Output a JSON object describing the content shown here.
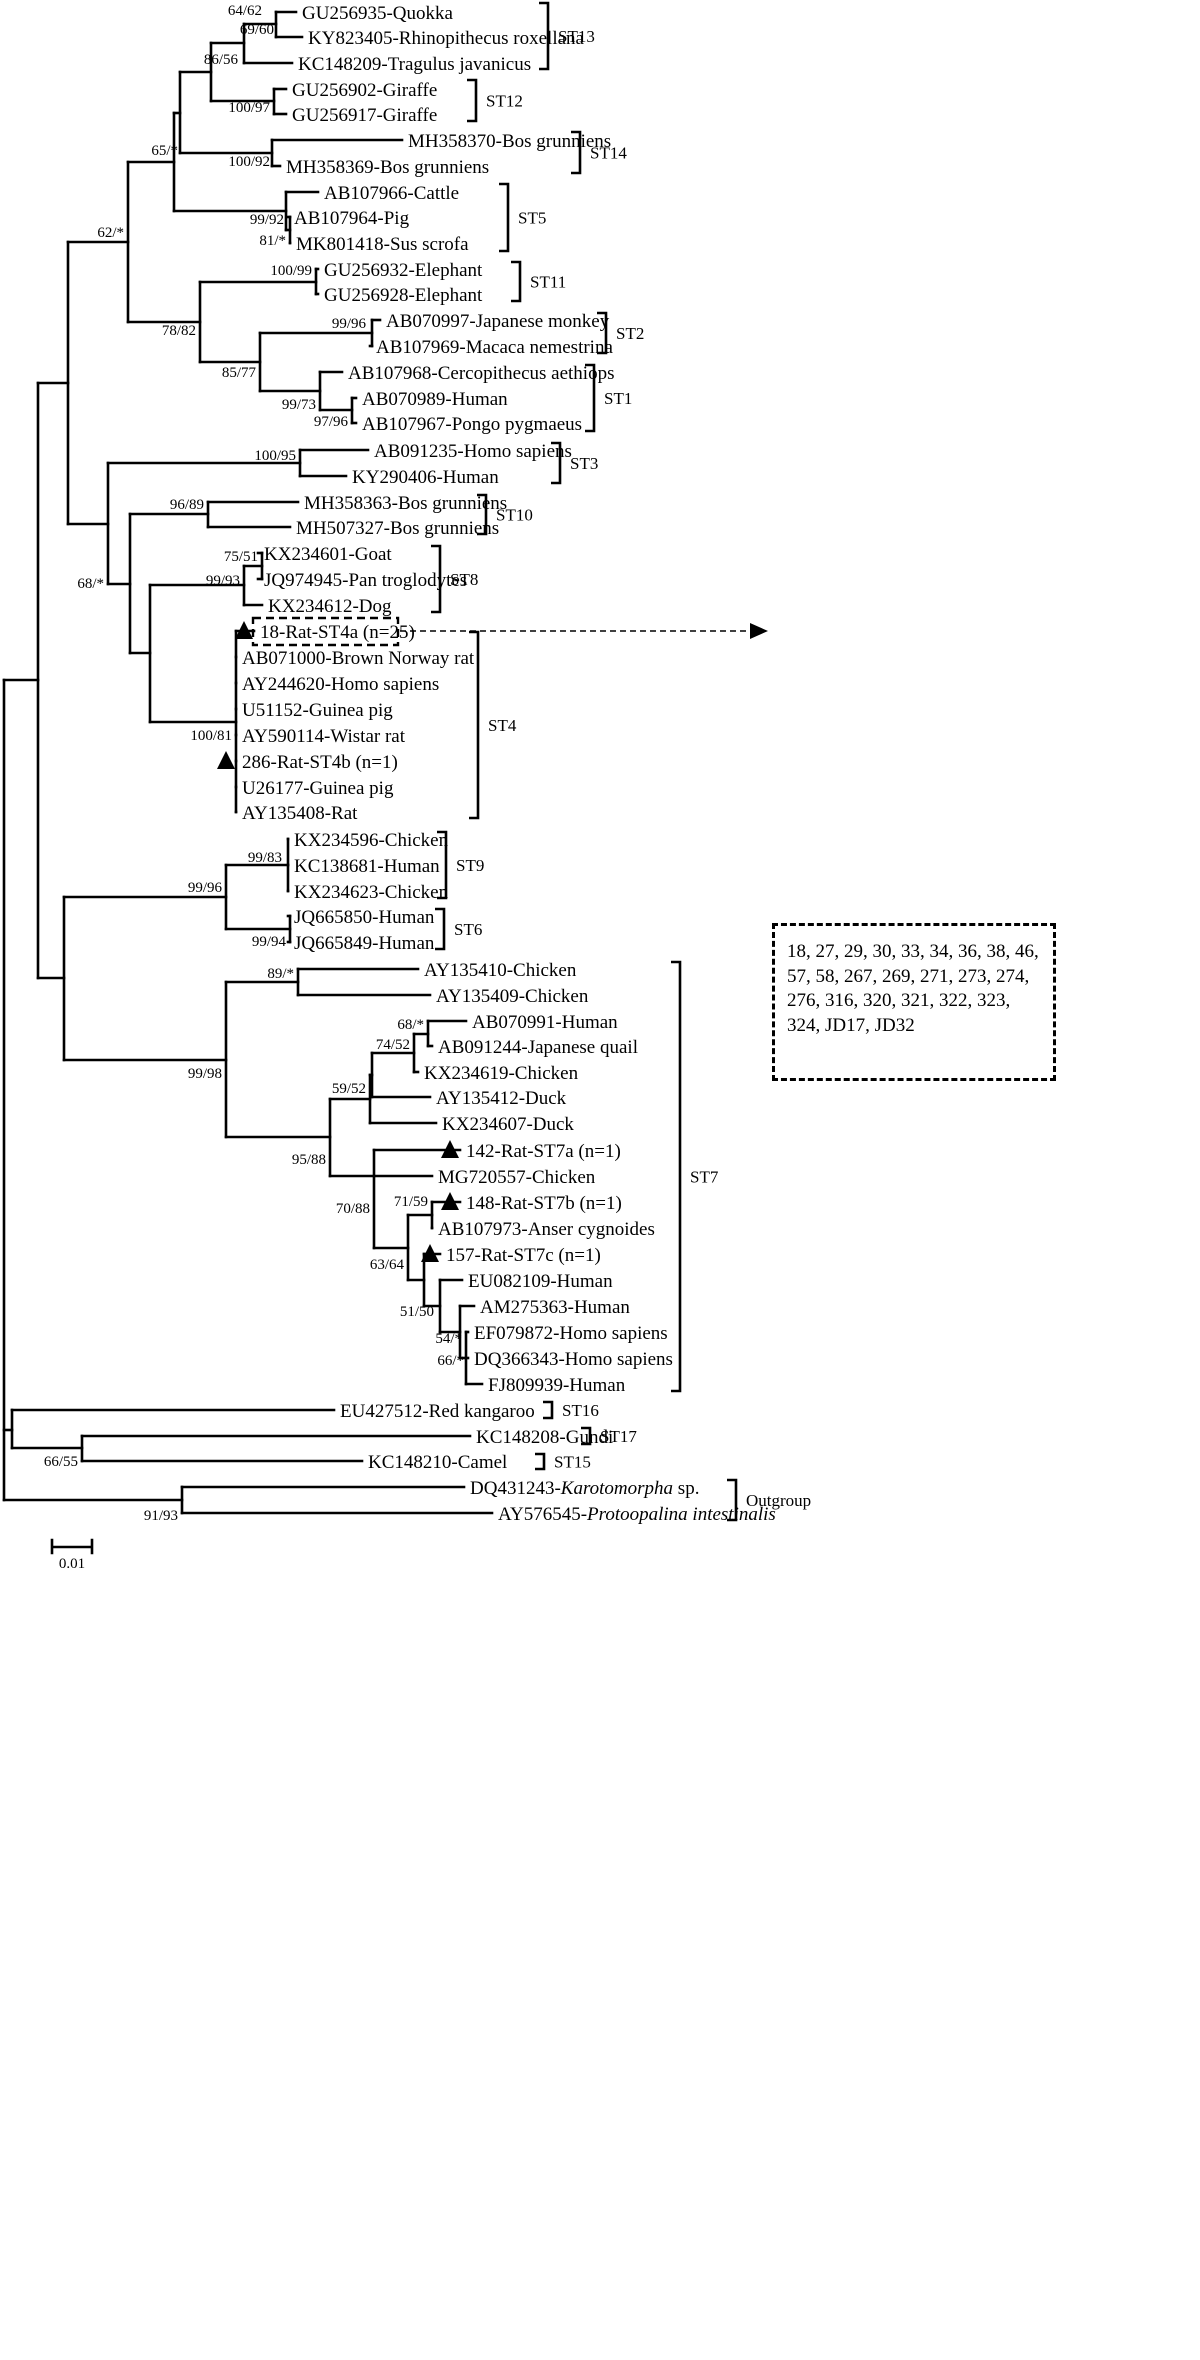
{
  "figure": {
    "scale_bar": {
      "label": "0.01"
    },
    "highlight_box": {
      "text": "18, 27, 29, 30, 33, 34, 36, 38, 46, 57, 58, 267, 269, 271, 273, 274, 276, 316, 320, 321, 322, 323, 324, JD17, JD32"
    }
  },
  "tree": {
    "leaves": [
      {
        "id": "L1",
        "label": "GU256935-Quokka"
      },
      {
        "id": "L2",
        "label": "KY823405-Rhinopithecus roxellana"
      },
      {
        "id": "L3",
        "label": "KC148209-Tragulus javanicus"
      },
      {
        "id": "L4",
        "label": "GU256902-Giraffe"
      },
      {
        "id": "L5",
        "label": "GU256917-Giraffe"
      },
      {
        "id": "L6",
        "label": "MH358370-Bos grunniens"
      },
      {
        "id": "L7",
        "label": "MH358369-Bos grunniens"
      },
      {
        "id": "L8",
        "label": "AB107966-Cattle"
      },
      {
        "id": "L9",
        "label": "AB107964-Pig"
      },
      {
        "id": "L10",
        "label": "MK801418-Sus scrofa"
      },
      {
        "id": "L11",
        "label": "GU256932-Elephant"
      },
      {
        "id": "L12",
        "label": "GU256928-Elephant"
      },
      {
        "id": "L13",
        "label": "AB070997-Japanese monkey"
      },
      {
        "id": "L14",
        "label": "AB107969-Macaca nemestrina"
      },
      {
        "id": "L15",
        "label": "AB107968-Cercopithecus aethiops"
      },
      {
        "id": "L16",
        "label": "AB070989-Human"
      },
      {
        "id": "L17",
        "label": "AB107967-Pongo pygmaeus"
      },
      {
        "id": "L18",
        "label": "AB091235-Homo sapiens"
      },
      {
        "id": "L19",
        "label": "KY290406-Human"
      },
      {
        "id": "L20",
        "label": "MH358363-Bos grunniens"
      },
      {
        "id": "L21",
        "label": "MH507327-Bos grunniens"
      },
      {
        "id": "L22",
        "label": "KX234601-Goat"
      },
      {
        "id": "L23",
        "label": "JQ974945-Pan troglodytes"
      },
      {
        "id": "L24",
        "label": "KX234612-Dog"
      },
      {
        "id": "L25",
        "label": "18-Rat-ST4a (n=25)",
        "marker": "triangle",
        "boxed": true
      },
      {
        "id": "L26",
        "label": "AB071000-Brown Norway rat"
      },
      {
        "id": "L27",
        "label": "AY244620-Homo sapiens"
      },
      {
        "id": "L28",
        "label": "U51152-Guinea pig"
      },
      {
        "id": "L29",
        "label": "AY590114-Wistar rat"
      },
      {
        "id": "L30",
        "label": "286-Rat-ST4b (n=1)",
        "marker": "triangle"
      },
      {
        "id": "L31",
        "label": "U26177-Guinea pig"
      },
      {
        "id": "L32",
        "label": "AY135408-Rat"
      },
      {
        "id": "L33",
        "label": "KX234596-Chicken"
      },
      {
        "id": "L34",
        "label": "KC138681-Human"
      },
      {
        "id": "L35",
        "label": "KX234623-Chicken"
      },
      {
        "id": "L36",
        "label": "JQ665850-Human"
      },
      {
        "id": "L37",
        "label": "JQ665849-Human"
      },
      {
        "id": "L38",
        "label": "AY135410-Chicken"
      },
      {
        "id": "L39",
        "label": "AY135409-Chicken"
      },
      {
        "id": "L40",
        "label": "AB070991-Human"
      },
      {
        "id": "L41",
        "label": "AB091244-Japanese quail"
      },
      {
        "id": "L42",
        "label": "KX234619-Chicken"
      },
      {
        "id": "L43",
        "label": "AY135412-Duck"
      },
      {
        "id": "L44",
        "label": "KX234607-Duck"
      },
      {
        "id": "L45",
        "label": "142-Rat-ST7a (n=1)",
        "marker": "triangle"
      },
      {
        "id": "L46",
        "label": "MG720557-Chicken"
      },
      {
        "id": "L47",
        "label": "148-Rat-ST7b (n=1)",
        "marker": "triangle"
      },
      {
        "id": "L48",
        "label": "AB107973-Anser cygnoides"
      },
      {
        "id": "L49",
        "label": "157-Rat-ST7c (n=1)",
        "marker": "triangle"
      },
      {
        "id": "L50",
        "label": "EU082109-Human"
      },
      {
        "id": "L51",
        "label": "AM275363-Human"
      },
      {
        "id": "L52",
        "label": "EF079872-Homo sapiens"
      },
      {
        "id": "L53",
        "label": "DQ366343-Homo sapiens"
      },
      {
        "id": "L54",
        "label": "FJ809939-Human"
      },
      {
        "id": "L55",
        "label": "EU427512-Red kangaroo"
      },
      {
        "id": "L56",
        "label": "KC148208-Gundi"
      },
      {
        "id": "L57",
        "label": "KC148210-Camel"
      },
      {
        "id": "L58",
        "prefix": "DQ431243-",
        "italic": "Karotomorpha",
        "suffix": " sp."
      },
      {
        "id": "L59",
        "prefix": "AY576545-",
        "italic": "Protoopalina intestinalis",
        "suffix": ""
      }
    ],
    "support_values": [
      {
        "node": "n_quokka_rhino",
        "label": "64/62"
      },
      {
        "node": "n_st13",
        "label": "69/60"
      },
      {
        "node": "n_st13_st12",
        "label": "86/56"
      },
      {
        "node": "n_giraffe",
        "label": "100/97"
      },
      {
        "node": "n_bos14",
        "label": "100/92"
      },
      {
        "node": "n_st13_12_14",
        "label": "65/*"
      },
      {
        "node": "n_pig_cattle",
        "label": "99/92"
      },
      {
        "node": "n_pig_sus",
        "label": "81/*"
      },
      {
        "node": "n_groupA",
        "label": "62/*"
      },
      {
        "node": "n_elephant",
        "label": "100/99"
      },
      {
        "node": "n_st11_st2_st1",
        "label": "78/82"
      },
      {
        "node": "n_st2",
        "label": "99/96"
      },
      {
        "node": "n_st2_st1",
        "label": "85/77"
      },
      {
        "node": "n_st1",
        "label": "99/73"
      },
      {
        "node": "n_human_pongo",
        "label": "97/96"
      },
      {
        "node": "n_st3",
        "label": "100/95"
      },
      {
        "node": "n_st10",
        "label": "96/89"
      },
      {
        "node": "n_goat_pan",
        "label": "75/51"
      },
      {
        "node": "n_st8",
        "label": "99/93"
      },
      {
        "node": "n_st4",
        "label": "100/81"
      },
      {
        "node": "n_st3_10_8_4",
        "label": "68/*"
      },
      {
        "node": "n_st9",
        "label": "99/83"
      },
      {
        "node": "n_st9_st6",
        "label": "99/96"
      },
      {
        "node": "n_st6",
        "label": "99/94"
      },
      {
        "node": "n_ay135410_409",
        "label": "89/*"
      },
      {
        "node": "n_human_quail",
        "label": "68/*"
      },
      {
        "node": "n_quail_group",
        "label": "74/52"
      },
      {
        "node": "n_duck_group",
        "label": "59/52"
      },
      {
        "node": "n_st7_inner",
        "label": "95/88"
      },
      {
        "node": "n_st7",
        "label": "99/98"
      },
      {
        "node": "n_rat_st7b",
        "label": "71/59"
      },
      {
        "node": "n_st7_rat",
        "label": "70/88"
      },
      {
        "node": "n_st7_157",
        "label": "63/64"
      },
      {
        "node": "n_am275363",
        "label": "51/50"
      },
      {
        "node": "n_ef079872",
        "label": "54/*"
      },
      {
        "node": "n_dq366343",
        "label": "66/*"
      },
      {
        "node": "n_gundi_camel",
        "label": "66/55"
      },
      {
        "node": "n_outgroup",
        "label": "91/93"
      }
    ],
    "clade_labels": [
      {
        "id": "ST13",
        "label": "ST13"
      },
      {
        "id": "ST12",
        "label": "ST12"
      },
      {
        "id": "ST14",
        "label": "ST14"
      },
      {
        "id": "ST5",
        "label": "ST5"
      },
      {
        "id": "ST11",
        "label": "ST11"
      },
      {
        "id": "ST2",
        "label": "ST2"
      },
      {
        "id": "ST1",
        "label": "ST1"
      },
      {
        "id": "ST3",
        "label": "ST3"
      },
      {
        "id": "ST10",
        "label": "ST10"
      },
      {
        "id": "ST8",
        "label": "ST8"
      },
      {
        "id": "ST4",
        "label": "ST4"
      },
      {
        "id": "ST9",
        "label": "ST9"
      },
      {
        "id": "ST6",
        "label": "ST6"
      },
      {
        "id": "ST7",
        "label": "ST7"
      },
      {
        "id": "ST16",
        "label": "ST16"
      },
      {
        "id": "ST17",
        "label": "ST17"
      },
      {
        "id": "ST15",
        "label": "ST15"
      },
      {
        "id": "Outgroup",
        "label": "Outgroup"
      }
    ]
  }
}
